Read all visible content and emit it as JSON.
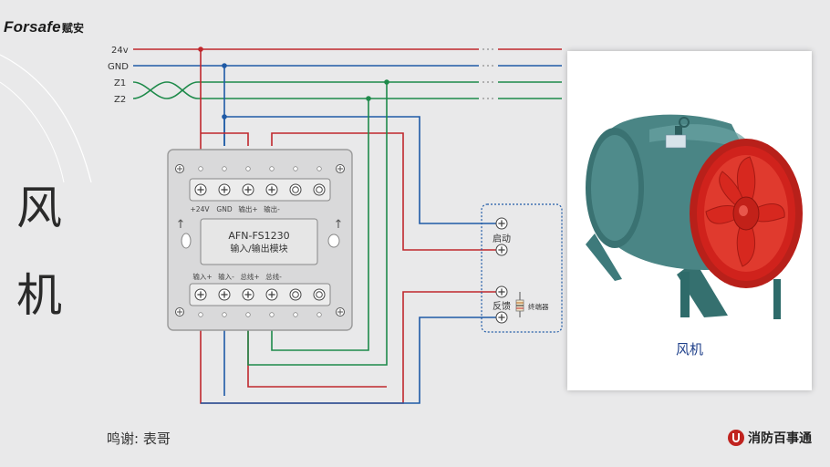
{
  "brand": {
    "name": "Forsafe",
    "name_cn": "赋安"
  },
  "side_title": [
    "风",
    "机"
  ],
  "bus_labels": {
    "v24": "24v",
    "gnd": "GND",
    "z1": "Z1",
    "z2": "Z2"
  },
  "module": {
    "model": "AFN-FS1230",
    "name": "输入/输出模块",
    "top_terminals": [
      "+24V",
      "GND",
      "输出+",
      "输出-"
    ],
    "bottom_terminals": [
      "输入+",
      "输入-",
      "总线+",
      "总线-"
    ]
  },
  "device_box": {
    "start_label": "启动",
    "feedback_label": "反馈",
    "eol_label": "终端器"
  },
  "photo": {
    "caption": "风机",
    "icon": "axial-fan-photo"
  },
  "credit": "鸣谢: 表哥",
  "footer_logo": {
    "text": "消防百事通",
    "icon": "fire-extinguisher-logo-icon"
  },
  "colors": {
    "red": "#c0282d",
    "blue": "#1f5aa6",
    "green": "#1e8a4a",
    "teal": "#2e6b6a",
    "fan_red": "#d0221c"
  }
}
